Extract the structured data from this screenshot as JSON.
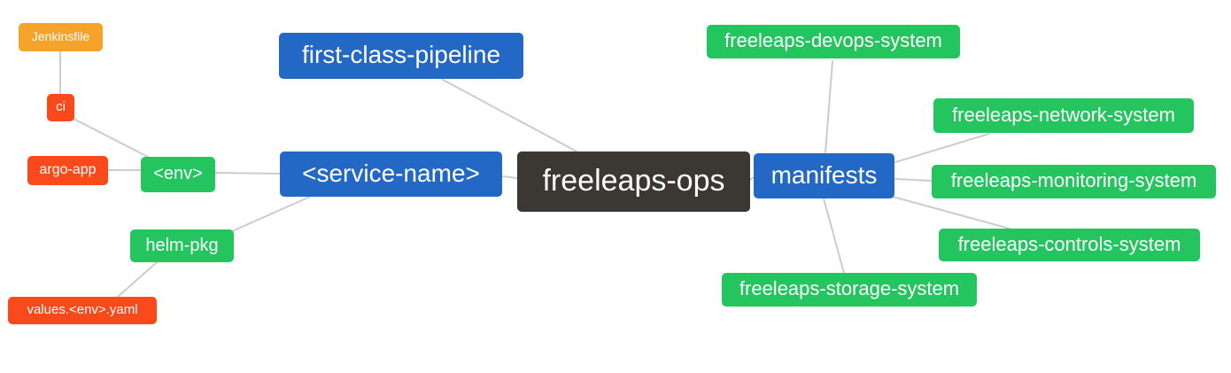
{
  "diagram": {
    "palette": {
      "blue": "#2368C4",
      "green": "#24C55E",
      "orange": "#F5A32B",
      "red": "#FA4A1C",
      "dark": "#3B3834",
      "edge": "#CCCCCC",
      "node_text": "#FFFFFF",
      "background": "#FFFFFF"
    },
    "nodes": [
      {
        "id": "jenkinsfile",
        "label": "Jenkinsfile",
        "color": "orange"
      },
      {
        "id": "ci",
        "label": "ci",
        "color": "red"
      },
      {
        "id": "argo-app",
        "label": "argo-app",
        "color": "red"
      },
      {
        "id": "env",
        "label": "<env>",
        "color": "green"
      },
      {
        "id": "helm-pkg",
        "label": "helm-pkg",
        "color": "green"
      },
      {
        "id": "values-env-yaml",
        "label": "values.<env>.yaml",
        "color": "red"
      },
      {
        "id": "first-class-pipeline",
        "label": "first-class-pipeline",
        "color": "blue"
      },
      {
        "id": "service-name",
        "label": "<service-name>",
        "color": "blue"
      },
      {
        "id": "freeleaps-ops",
        "label": "freeleaps-ops",
        "color": "dark"
      },
      {
        "id": "manifests",
        "label": "manifests",
        "color": "blue"
      },
      {
        "id": "freeleaps-devops-system",
        "label": "freeleaps-devops-system",
        "color": "green"
      },
      {
        "id": "freeleaps-network-system",
        "label": "freeleaps-network-system",
        "color": "green"
      },
      {
        "id": "freeleaps-monitoring-system",
        "label": "freeleaps-monitoring-system",
        "color": "green"
      },
      {
        "id": "freeleaps-controls-system",
        "label": "freeleaps-controls-system",
        "color": "green"
      },
      {
        "id": "freeleaps-storage-system",
        "label": "freeleaps-storage-system",
        "color": "green"
      }
    ],
    "edges": [
      {
        "from": "jenkinsfile",
        "to": "ci"
      },
      {
        "from": "ci",
        "to": "env"
      },
      {
        "from": "argo-app",
        "to": "env"
      },
      {
        "from": "env",
        "to": "service-name"
      },
      {
        "from": "service-name",
        "to": "helm-pkg"
      },
      {
        "from": "helm-pkg",
        "to": "values-env-yaml"
      },
      {
        "from": "first-class-pipeline",
        "to": "freeleaps-ops"
      },
      {
        "from": "service-name",
        "to": "freeleaps-ops"
      },
      {
        "from": "freeleaps-ops",
        "to": "manifests"
      },
      {
        "from": "manifests",
        "to": "freeleaps-devops-system"
      },
      {
        "from": "manifests",
        "to": "freeleaps-network-system"
      },
      {
        "from": "manifests",
        "to": "freeleaps-monitoring-system"
      },
      {
        "from": "manifests",
        "to": "freeleaps-controls-system"
      },
      {
        "from": "manifests",
        "to": "freeleaps-storage-system"
      }
    ]
  }
}
